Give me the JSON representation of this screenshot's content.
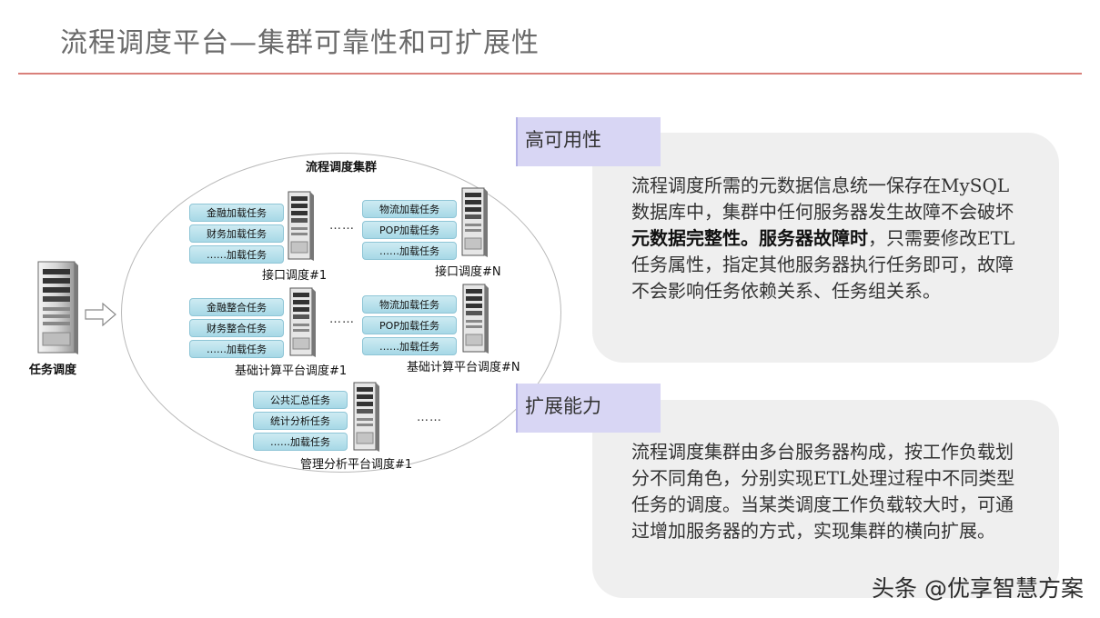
{
  "title": "流程调度平台—集群可靠性和可扩展性",
  "diagram": {
    "cluster_title": "流程调度集群",
    "scheduler_label": "任务调度",
    "ellipsis": "……",
    "ellipsis_bottom": "……",
    "nodes": {
      "interface_1": {
        "label": "接口调度#1",
        "tasks": [
          "金融加载任务",
          "财务加载任务",
          "……加载任务"
        ]
      },
      "interface_n": {
        "label": "接口调度#N",
        "tasks": [
          "物流加载任务",
          "POP加载任务",
          "……加载任务"
        ]
      },
      "basecalc_1": {
        "label": "基础计算平台调度#1",
        "tasks": [
          "金融整合任务",
          "财务整合任务",
          "……加载任务"
        ]
      },
      "basecalc_n": {
        "label": "基础计算平台调度#N",
        "tasks": [
          "物流加载任务",
          "POP加载任务",
          "……加载任务"
        ]
      },
      "mgmt_1": {
        "label": "管理分析平台调度#1",
        "tasks": [
          "公共汇总任务",
          "统计分析任务",
          "……加载任务"
        ]
      }
    }
  },
  "high_availability": {
    "tag": "高可用性",
    "text_part1": "流程调度所需的元数据信息统一保存在MySQL数据库中，集群中任何服务器发生故障不会破坏",
    "bold_part": "元数据完整性。服务器故障时",
    "text_part2": "，只需要修改ETL任务属性，指定其他服务器执行任务即可，故障不会影响任务依赖关系、任务组关系。"
  },
  "scalability": {
    "tag": "扩展能力",
    "text": "流程调度集群由多台服务器构成，按工作负载划分不同角色，分别实现ETL处理过程中不同类型任务的调度。当某类调度工作负载较大时，可通过增加服务器的方式，实现集群的横向扩展。"
  },
  "watermark": "头条 @优享智慧方案"
}
